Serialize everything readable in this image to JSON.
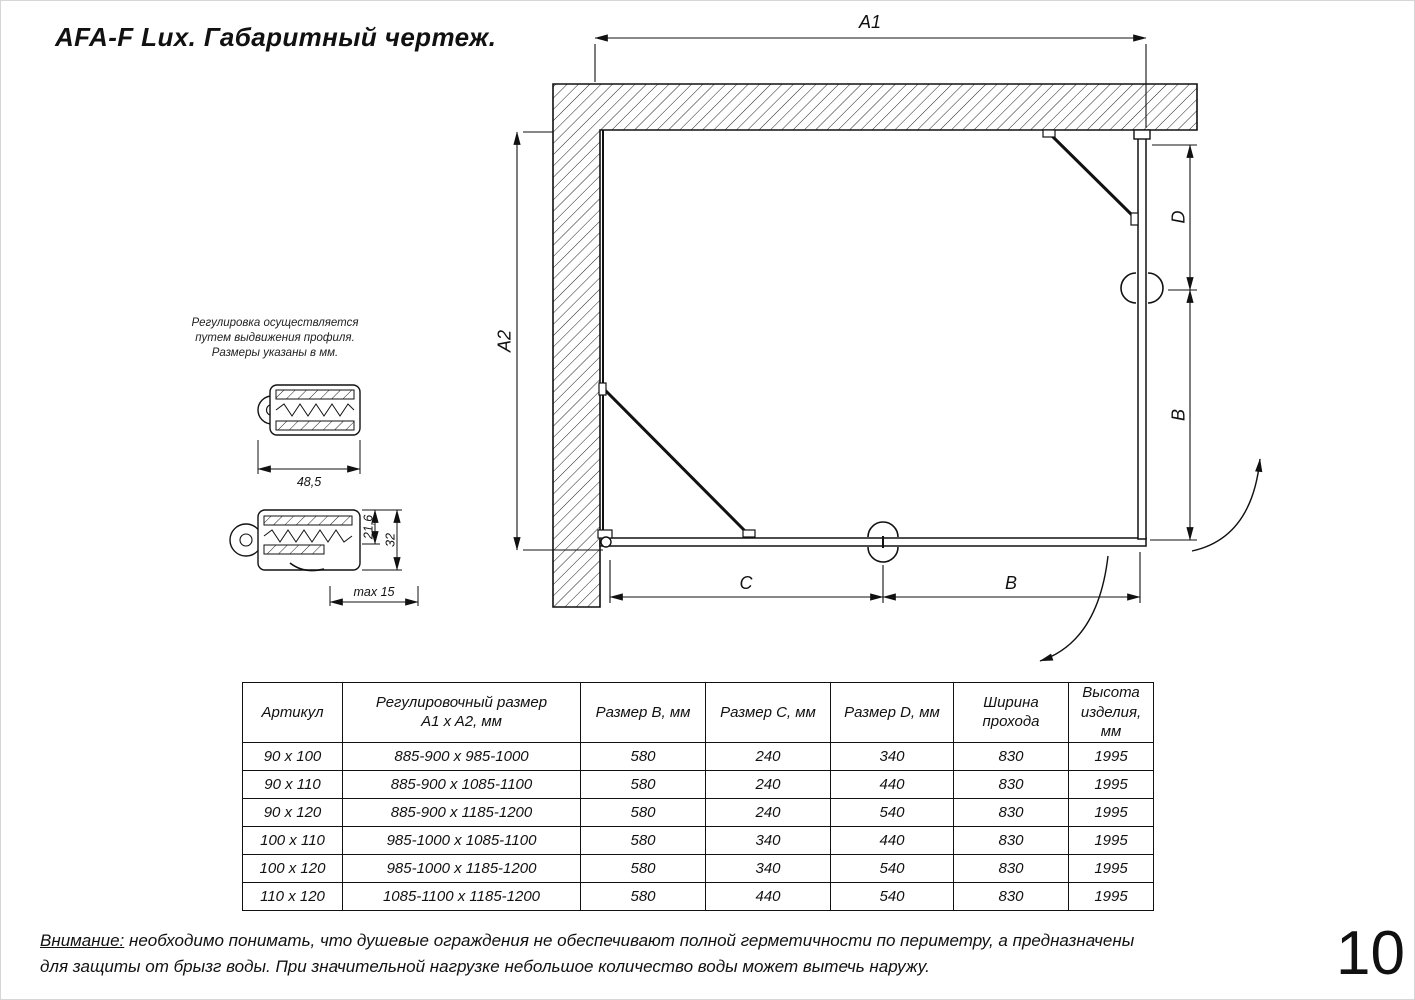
{
  "title": "AFA-F Lux. Габаритный чертеж.",
  "page_number": "10",
  "drawing": {
    "dim_a1": "A1",
    "dim_a2": "A2",
    "dim_d": "D",
    "dim_b_right": "B",
    "dim_c": "C",
    "dim_b_bottom": "B"
  },
  "profile": {
    "note_l1": "Регулировка осуществляется",
    "note_l2": "путем выдвижения профиля.",
    "note_l3": "Размеры указаны в мм.",
    "dim_width": "48,5",
    "dim_h1": "21,6",
    "dim_h2": "32",
    "dim_max": "max 15"
  },
  "table": {
    "headers": [
      "Артикул",
      "Регулировочный размер\nA1 x A2, мм",
      "Размер B, мм",
      "Размер C, мм",
      "Размер D, мм",
      "Ширина\nпрохода",
      "Высота\nизделия,\nмм"
    ],
    "rows": [
      [
        "90 x 100",
        "885-900 x 985-1000",
        "580",
        "240",
        "340",
        "830",
        "1995"
      ],
      [
        "90 x 110",
        "885-900 x 1085-1100",
        "580",
        "240",
        "440",
        "830",
        "1995"
      ],
      [
        "90 x 120",
        "885-900 x 1185-1200",
        "580",
        "240",
        "540",
        "830",
        "1995"
      ],
      [
        "100 x 110",
        "985-1000 x 1085-1100",
        "580",
        "340",
        "440",
        "830",
        "1995"
      ],
      [
        "100 x 120",
        "985-1000 x 1185-1200",
        "580",
        "340",
        "540",
        "830",
        "1995"
      ],
      [
        "110 x 120",
        "1085-1100 x 1185-1200",
        "580",
        "440",
        "540",
        "830",
        "1995"
      ]
    ]
  },
  "warning": {
    "label": "Внимание:",
    "line1": " необходимо понимать, что душевые ограждения не обеспечивают полной герметичности по периметру, а предназначены",
    "line2": "для защиты от брызг воды. При значительной нагрузке небольшое количество воды может вытечь наружу."
  }
}
